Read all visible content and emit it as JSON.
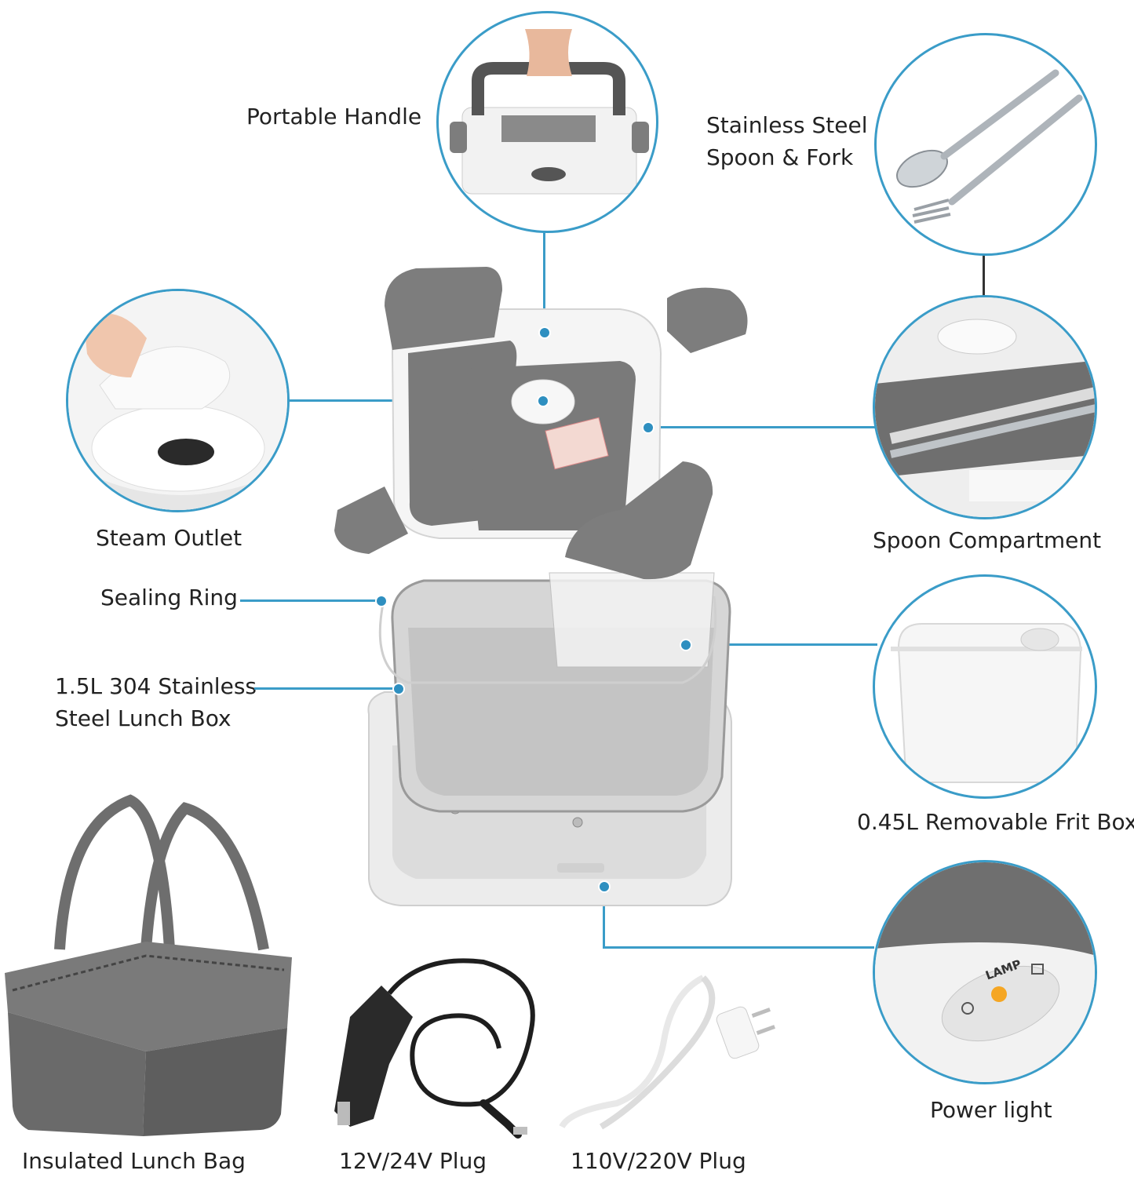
{
  "labels": {
    "portable_handle": "Portable Handle",
    "spoon_fork_line1": "Stainless Steel",
    "spoon_fork_line2": "Spoon & Fork",
    "steam_outlet": "Steam Outlet",
    "spoon_compartment": "Spoon Compartment",
    "sealing_ring": "Sealing Ring",
    "lunch_box_line1": "1.5L 304 Stainless",
    "lunch_box_line2": "Steel Lunch Box",
    "frit_box": "0.45L Removable Frit Box",
    "power_light": "Power light",
    "insulated_bag": "Insulated Lunch Bag",
    "plug_12v": "12V/24V Plug",
    "plug_110v": "110V/220V Plug"
  },
  "lamp_text": "LAMP",
  "colors": {
    "accent": "#3a9cc8",
    "gray": "#7a7a7a",
    "white": "#ffffff"
  }
}
